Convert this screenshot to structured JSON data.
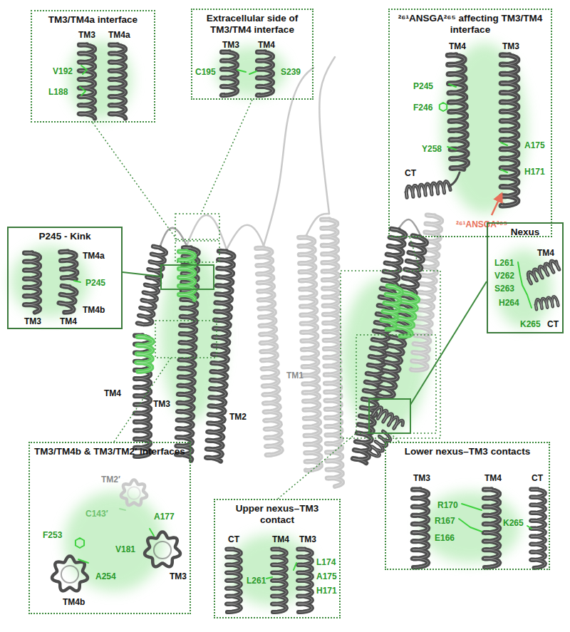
{
  "diagram": {
    "nodes": [
      {
        "text": [
          "TM3/TM4a interface",
          "TM3",
          "TM4a",
          "V192",
          "L188"
        ]
      },
      {
        "text": [
          "Extracellular side of TM3/TM4 interface",
          "TM3",
          "TM4",
          "C195",
          "S239"
        ]
      },
      {
        "text": [
          "²⁶¹ANSGA²⁶⁵ affecting TM3/TM4 interface",
          "TM4",
          "TM3",
          "P245",
          "F246",
          "CT",
          "Y258",
          "A175",
          "H171",
          "²⁶¹ANSGA²⁶⁵"
        ]
      },
      {
        "text": [
          "P245 - Kink",
          "TM4a",
          "P245",
          "TM4b",
          "TM3",
          "TM4"
        ]
      },
      {
        "text": [
          "Nexus",
          "TM4",
          "L261",
          "V262",
          "S263",
          "H264",
          "CT",
          "K265"
        ]
      },
      {
        "text": [
          "TM3/TM4b & TM3/TM2′ interfaces",
          "TM2′",
          "C143′",
          "A177",
          "F253",
          "V181",
          "TM3",
          "A254",
          "TM4b"
        ]
      },
      {
        "text": [
          "Upper nexus–TM3 contact",
          "CT",
          "TM4",
          "TM3",
          "L174",
          "A175",
          "L261",
          "H171"
        ]
      },
      {
        "text": [
          "Lower nexus–TM3 contacts",
          "TM3",
          "TM4",
          "CT",
          "R170",
          "R167",
          "K265",
          "E166"
        ]
      }
    ],
    "labels": [
      "TM4",
      "TM3",
      "TM2",
      "TM1"
    ]
  }
}
